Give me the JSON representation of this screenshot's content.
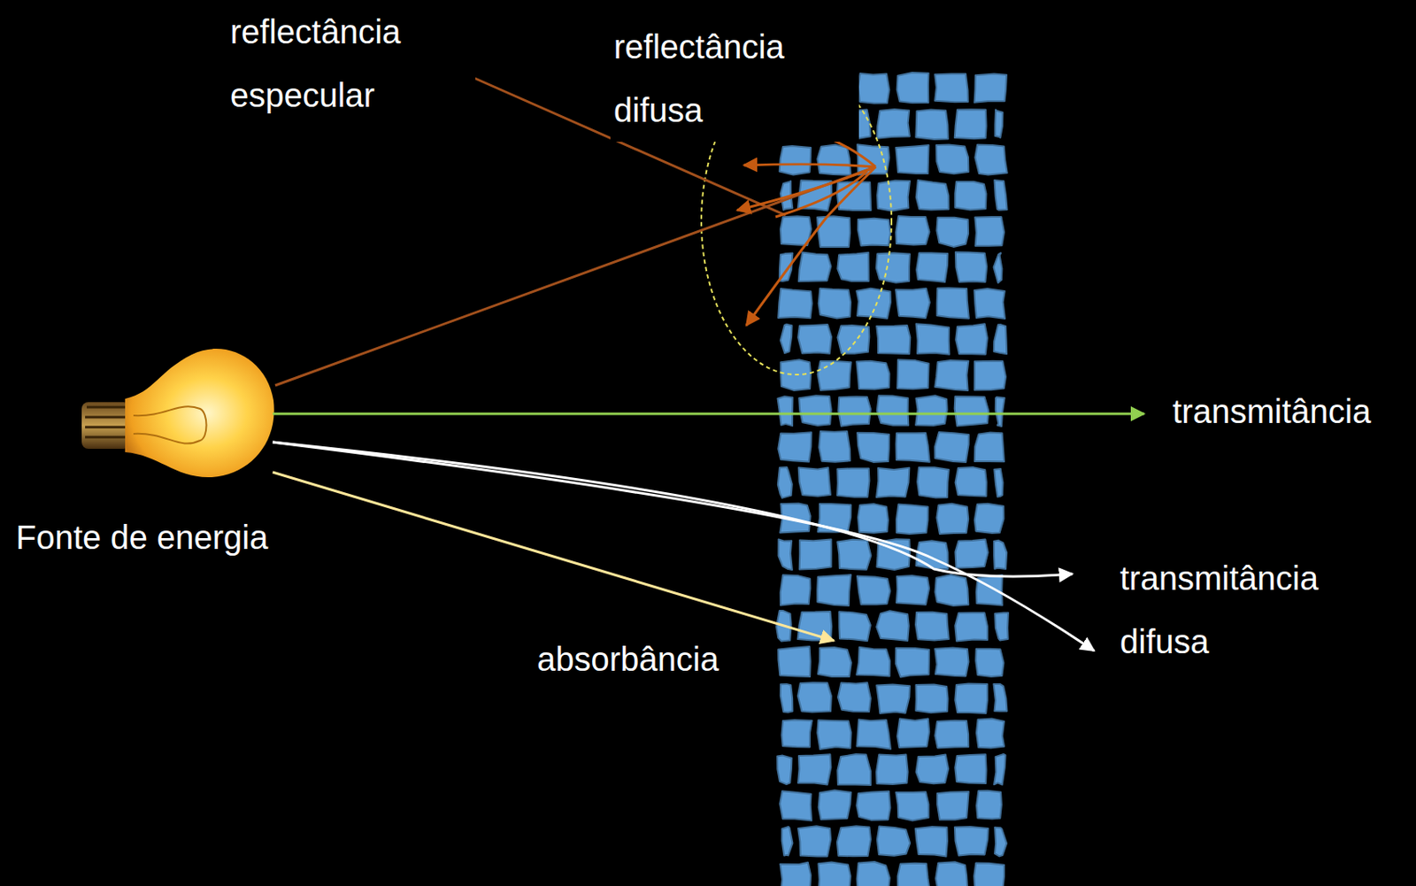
{
  "diagram": {
    "labels": [
      "reflectância especular",
      "reflectância difusa",
      "transmitância",
      "Fonte de energia",
      "transmitância difusa",
      "absorbância"
    ]
  }
}
